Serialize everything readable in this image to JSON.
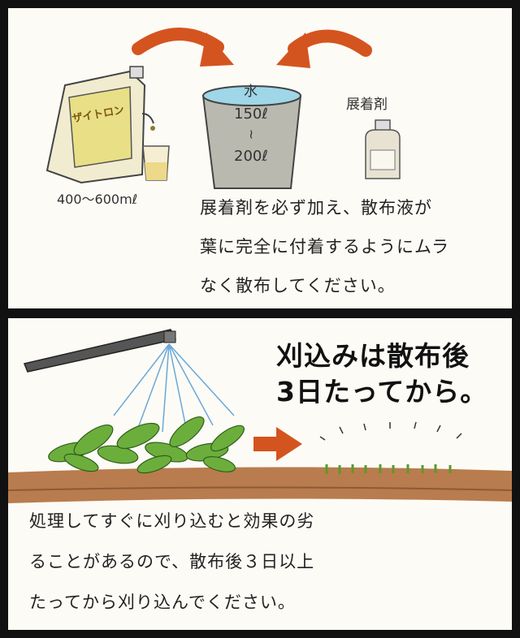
{
  "top": {
    "jug_label": "ザイトロン",
    "water_label": "水",
    "water_min": "150ℓ",
    "water_tilde": "~",
    "water_max": "200ℓ",
    "dose_label": "400〜600mℓ",
    "spreader_label": "展着剤",
    "instructions": [
      "展着剤を必ず加え、散布液が",
      "葉に完全に付着するようにムラ",
      "なく散布してください。"
    ]
  },
  "bottom": {
    "headline": [
      "刈込みは散布後",
      "3日たってから。"
    ],
    "instructions": [
      "処理してすぐに刈り込むと効果の劣",
      "ることがあるので、散布後３日以上",
      "たってから刈り込んでください。"
    ]
  },
  "colors": {
    "arrow": "#d4541f",
    "jug": "#e9df86",
    "bucket": "#b9b9b0",
    "water": "#9fd6e8",
    "soil": "#b97c4e",
    "leaf": "#6cae3c"
  }
}
